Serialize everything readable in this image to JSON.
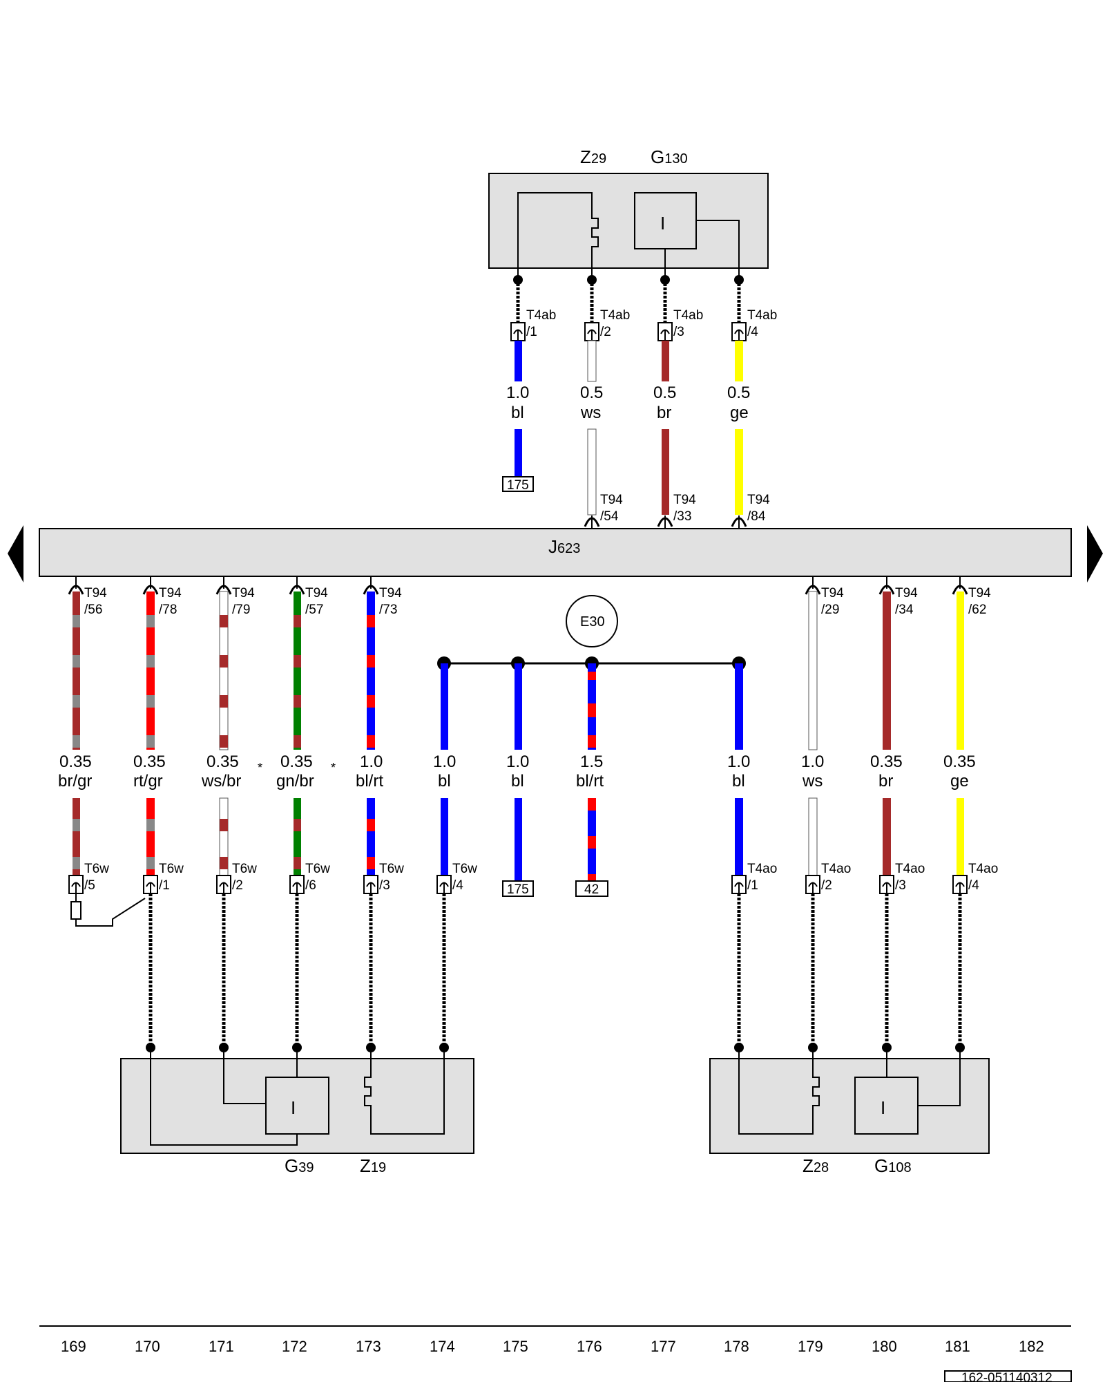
{
  "components": {
    "z29": {
      "prefix": "Z",
      "num": "29"
    },
    "g130": {
      "prefix": "G",
      "num": "130"
    },
    "j623": {
      "prefix": "J",
      "num": "623"
    },
    "e30": "E30",
    "g39": {
      "prefix": "G",
      "num": "39"
    },
    "z19": {
      "prefix": "Z",
      "num": "19"
    },
    "z28": {
      "prefix": "Z",
      "num": "28"
    },
    "g108": {
      "prefix": "G",
      "num": "108"
    },
    "sensor_symbol": "I"
  },
  "top_wires": [
    {
      "conn": "T4ab",
      "pin": "/1",
      "size": "1.0",
      "color_code": "bl",
      "color": "#0000ff",
      "ref": "175"
    },
    {
      "conn": "T4ab",
      "pin": "/2",
      "size": "0.5",
      "color_code": "ws",
      "color": "#ffffff",
      "t94": "T94",
      "t94_pin": "/54"
    },
    {
      "conn": "T4ab",
      "pin": "/3",
      "size": "0.5",
      "color_code": "br",
      "color": "#a52a2a",
      "t94": "T94",
      "t94_pin": "/33"
    },
    {
      "conn": "T4ab",
      "pin": "/4",
      "size": "0.5",
      "color_code": "ge",
      "color": "#ffff00",
      "t94": "T94",
      "t94_pin": "/84"
    }
  ],
  "bottom_wires": [
    {
      "t94": "T94",
      "t94_pin": "/56",
      "size": "0.35",
      "color_code": "br/gr",
      "c1": "#a52a2a",
      "c2": "#888888",
      "conn": "T6w",
      "pin": "/5"
    },
    {
      "t94": "T94",
      "t94_pin": "/78",
      "size": "0.35",
      "color_code": "rt/gr",
      "c1": "#ff0000",
      "c2": "#888888",
      "conn": "T6w",
      "pin": "/1"
    },
    {
      "t94": "T94",
      "t94_pin": "/79",
      "size": "0.35",
      "color_code": "ws/br",
      "c1": "#ffffff",
      "c2": "#a52a2a",
      "conn": "T6w",
      "pin": "/2",
      "star": "*"
    },
    {
      "t94": "T94",
      "t94_pin": "/57",
      "size": "0.35",
      "color_code": "gn/br",
      "c1": "#008000",
      "c2": "#a52a2a",
      "conn": "T6w",
      "pin": "/6",
      "star": "*"
    },
    {
      "t94": "T94",
      "t94_pin": "/73",
      "size": "1.0",
      "color_code": "bl/rt",
      "c1": "#0000ff",
      "c2": "#ff0000",
      "conn": "T6w",
      "pin": "/3"
    },
    {
      "size": "1.0",
      "color_code": "bl",
      "c1": "#0000ff",
      "conn": "T6w",
      "pin": "/4"
    },
    {
      "size": "1.0",
      "color_code": "bl",
      "c1": "#0000ff",
      "ref": "175"
    },
    {
      "size": "1.5",
      "color_code": "bl/rt",
      "c1": "#0000ff",
      "c2": "#ff0000",
      "ref": "42"
    },
    {
      "size": "1.0",
      "color_code": "bl",
      "c1": "#0000ff",
      "conn": "T4ao",
      "pin": "/1"
    },
    {
      "t94": "T94",
      "t94_pin": "/29",
      "size": "1.0",
      "color_code": "ws",
      "c1": "#ffffff",
      "conn": "T4ao",
      "pin": "/2"
    },
    {
      "t94": "T94",
      "t94_pin": "/34",
      "size": "0.35",
      "color_code": "br",
      "c1": "#a52a2a",
      "conn": "T4ao",
      "pin": "/3"
    },
    {
      "t94": "T94",
      "t94_pin": "/62",
      "size": "0.35",
      "color_code": "ge",
      "c1": "#ffff00",
      "conn": "T4ao",
      "pin": "/4"
    }
  ],
  "track_numbers": [
    "169",
    "170",
    "171",
    "172",
    "173",
    "174",
    "175",
    "176",
    "177",
    "178",
    "179",
    "180",
    "181",
    "182"
  ],
  "footer_code": "162-051140312"
}
